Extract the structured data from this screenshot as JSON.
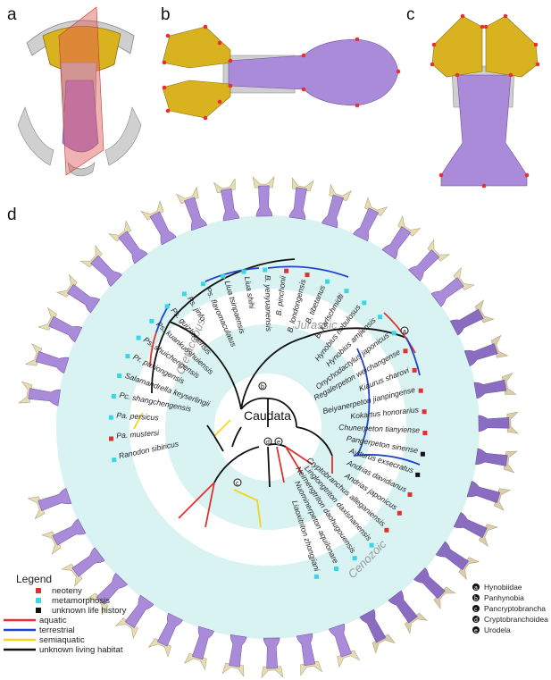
{
  "panels": {
    "a": "a",
    "b": "b",
    "c": "c",
    "d": "d"
  },
  "tree": {
    "root_label": "Caudata",
    "eras": [
      "Cenozoic",
      "Cretaceous",
      "Jurassic"
    ],
    "taxa": [
      "Ranodon sibiricus",
      "Pa. mustersi",
      "Pa. persicus",
      "Pc. shangchengensis",
      "Salamandrella keyserlingii",
      "Pr. puxiongensis",
      "Ps. shuichengensis",
      "Ps. kuankuoshuiensis",
      "Ps. guizhouensis",
      "Ps. jinfo",
      "Ps. flavomaculatus",
      "Liua tsinpaensis",
      "Liua shihi",
      "B. yenyuanensis",
      "B. pinchonii",
      "B. londongensis",
      "B. tibetanus",
      "B. karlschmidti",
      "Hynobius nebulosus",
      "Hynobius amjiensis",
      "Onychodactylus japonicus",
      "Regalerpeton weichangense",
      "Kiaurus sharovi",
      "Beiyanerpeton jianpingense",
      "Kokartus honorarius",
      "Chunerpeton tianyiense",
      "Pangerpeton sinense",
      "Aviturus exsecratus",
      "Andrias davidianus",
      "Andrias japonicus",
      "Cryptobranchus alleganiensis",
      "Linglongtriton daxishanensis",
      "Neimengtriton daohugouensis",
      "Nuominerpeton aquilonare",
      "Liaoxitriton zhongjiani"
    ],
    "nodes": [
      "a",
      "b",
      "c",
      "d",
      "e"
    ]
  },
  "legend": {
    "title": "Legend",
    "items": [
      {
        "label": "neoteny",
        "kind": "square",
        "color": "#e03030"
      },
      {
        "label": "metamorphosis",
        "kind": "square",
        "color": "#3ad6e6"
      },
      {
        "label": "unknown life history",
        "kind": "square",
        "color": "#111111"
      },
      {
        "label": "aquatic",
        "kind": "line",
        "color": "#e03030"
      },
      {
        "label": "terrestrial",
        "kind": "line",
        "color": "#2244cc"
      },
      {
        "label": "semiaquatic",
        "kind": "line",
        "color": "#f2d61c"
      },
      {
        "label": "unknown living habitat",
        "kind": "line",
        "color": "#111111"
      }
    ]
  },
  "clade_key": [
    {
      "letter": "a",
      "name": "Hynobiidae"
    },
    {
      "letter": "b",
      "name": "Panhynobia"
    },
    {
      "letter": "c",
      "name": "Pancryptobrancha"
    },
    {
      "letter": "d",
      "name": "Cryptobranchoidea"
    },
    {
      "letter": "e",
      "name": "Urodela"
    }
  ],
  "colors": {
    "parasphenoid": "#a98bd9",
    "vomer": "#d9b21f",
    "skull": "#c8c8c8",
    "ring": "#d8f3f2",
    "plane": "#e05555"
  }
}
